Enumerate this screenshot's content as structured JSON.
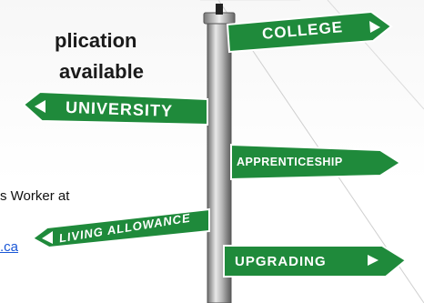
{
  "headline": {
    "line1": "plication",
    "line2": "available"
  },
  "body": {
    "contact_text": "s Worker at",
    "link_text": ".ca"
  },
  "signs": {
    "college": "COLLEGE",
    "university": "UNIVERSITY",
    "apprenticeship": "APPRENTICESHIP",
    "living_allowance": "LIVING ALLOWANCE",
    "upgrading": "UPGRADING"
  },
  "colors": {
    "sign_green": "#1f8a3b",
    "sign_border": "#ffffff",
    "post_grey": "#9a9a9a"
  }
}
